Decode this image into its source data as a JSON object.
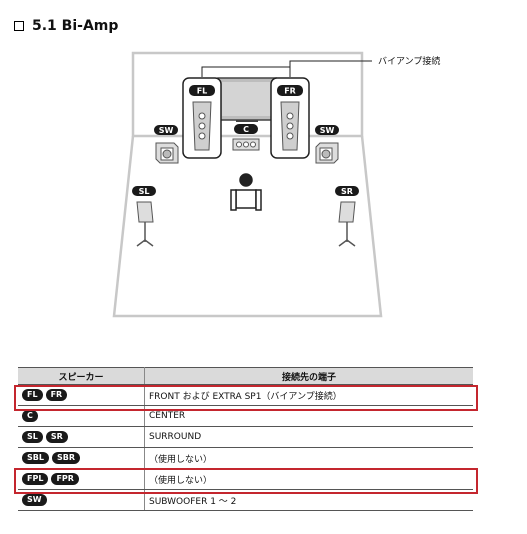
{
  "heading": "5.1 Bi-Amp",
  "diagram": {
    "callout": "バイアンプ接続",
    "labels": {
      "fl": "FL",
      "fr": "FR",
      "c": "C",
      "sw_left": "SW",
      "sw_right": "SW",
      "sl": "SL",
      "sr": "SR"
    }
  },
  "table": {
    "headers": [
      "スピーカー",
      "接続先の端子"
    ],
    "rows": [
      {
        "badges": [
          "FL",
          "FR"
        ],
        "terminal": "FRONT および EXTRA SP1（バイアンプ接続）"
      },
      {
        "badges": [
          "C"
        ],
        "terminal": "CENTER"
      },
      {
        "badges": [
          "SL",
          "SR"
        ],
        "terminal": "SURROUND"
      },
      {
        "badges": [
          "SBL",
          "SBR"
        ],
        "terminal": "（使用しない）"
      },
      {
        "badges": [
          "FPL",
          "FPR"
        ],
        "terminal": "（使用しない）"
      },
      {
        "badges": [
          "SW"
        ],
        "terminal": "SUBWOOFER 1 ～ 2"
      }
    ]
  },
  "highlight_color": "#c4262e"
}
